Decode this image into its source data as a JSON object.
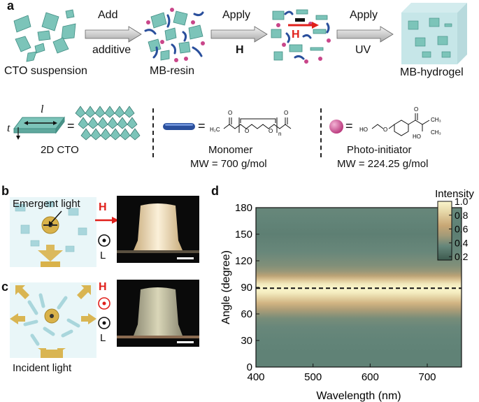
{
  "panel_letters": {
    "a": "a",
    "b": "b",
    "c": "c",
    "d": "d"
  },
  "panel_a": {
    "stages": [
      {
        "label": "CTO suspension"
      },
      {
        "label": "MB-resin"
      },
      {
        "label": ""
      },
      {
        "label": "MB-hydrogel"
      }
    ],
    "arrows": [
      {
        "top": "Add",
        "bottom": "additive"
      },
      {
        "top": "Apply",
        "bottom": "H"
      },
      {
        "top": "Apply",
        "bottom": "UV"
      }
    ],
    "field_label": "H",
    "legend": {
      "cto_label": "2D CTO",
      "dim_length": "l",
      "dim_thickness": "t",
      "equals": "=",
      "monomer_label": "Monomer",
      "monomer_mw": "MW =  700 g/mol",
      "monomer_structure": {
        "h2c": "H₂C",
        "n": "n"
      },
      "initiator_label": "Photo-initiator",
      "initiator_mw": "MW =  224.25 g/mol",
      "initiator_structure": {
        "ho": "HO",
        "ho2": "HO",
        "ch3a": "CH₃",
        "ch3b": "CH₃"
      }
    }
  },
  "panel_b": {
    "caption": "Emergent light",
    "field": "H",
    "light": "L"
  },
  "panel_c": {
    "caption": "Incident light",
    "field": "H",
    "light": "L"
  },
  "colors": {
    "cto": "#7cc4b9",
    "monomer": "#2a4f9c",
    "initiator": "#c9468a",
    "light": "#d9b24a",
    "field": "#e0201b"
  },
  "chart_data": {
    "type": "heatmap",
    "xlabel": "Wavelength (nm)",
    "ylabel": "Angle (degree)",
    "xlim": [
      400,
      760
    ],
    "ylim": [
      0,
      180
    ],
    "xticks": [
      400,
      500,
      600,
      700
    ],
    "yticks": [
      0,
      30,
      60,
      90,
      120,
      150,
      180
    ],
    "colorbar": {
      "title": "Intensity",
      "ticks": [
        0.2,
        0.4,
        0.6,
        0.8,
        1.0
      ],
      "range": [
        0.15,
        1.0
      ]
    },
    "reference_line": {
      "angle": 89,
      "style": "dashed"
    },
    "angle_profile": [
      [
        0,
        0.33
      ],
      [
        15,
        0.33
      ],
      [
        30,
        0.34
      ],
      [
        45,
        0.36
      ],
      [
        55,
        0.4
      ],
      [
        65,
        0.55
      ],
      [
        72,
        0.7
      ],
      [
        78,
        0.82
      ],
      [
        84,
        0.95
      ],
      [
        89,
        1.0
      ],
      [
        94,
        0.93
      ],
      [
        99,
        0.76
      ],
      [
        103,
        0.6
      ],
      [
        108,
        0.48
      ],
      [
        115,
        0.42
      ],
      [
        130,
        0.36
      ],
      [
        150,
        0.32
      ],
      [
        165,
        0.34
      ],
      [
        180,
        0.36
      ]
    ]
  }
}
